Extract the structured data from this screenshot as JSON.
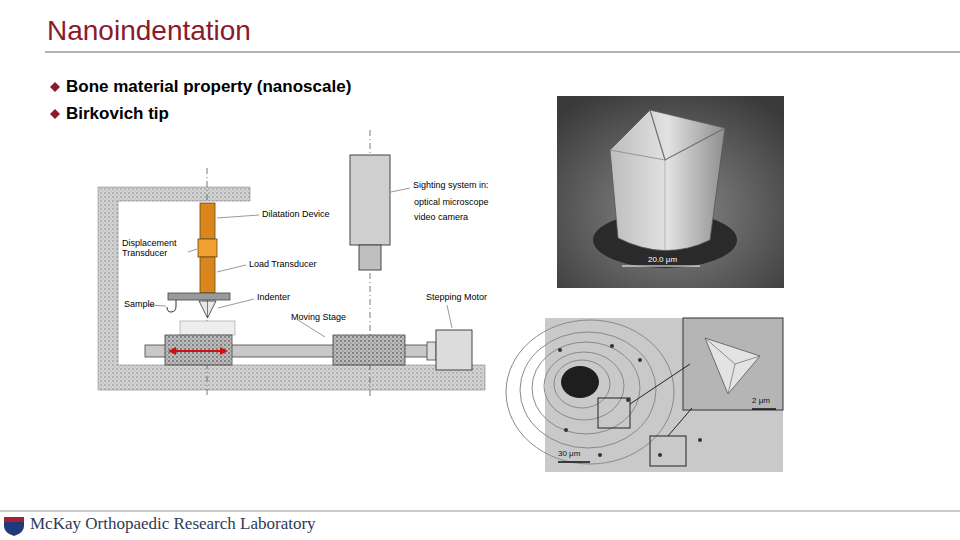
{
  "diagram": {
    "title": "Nanoindentation",
    "labels": [
      "Bone material property (nanoscale)",
      "Birkovich tip",
      "Sighting system in:",
      "optical microscope",
      "video camera",
      "Dilatation Device",
      "Displacement Transducer",
      "Load Transducer",
      "Indenter",
      "Stepping Motor",
      "Sample",
      "Moving Stage",
      "20.0 μm",
      "30 μm",
      "2 μm",
      "McKay Orthopaedic Research Laboratory"
    ]
  }
}
